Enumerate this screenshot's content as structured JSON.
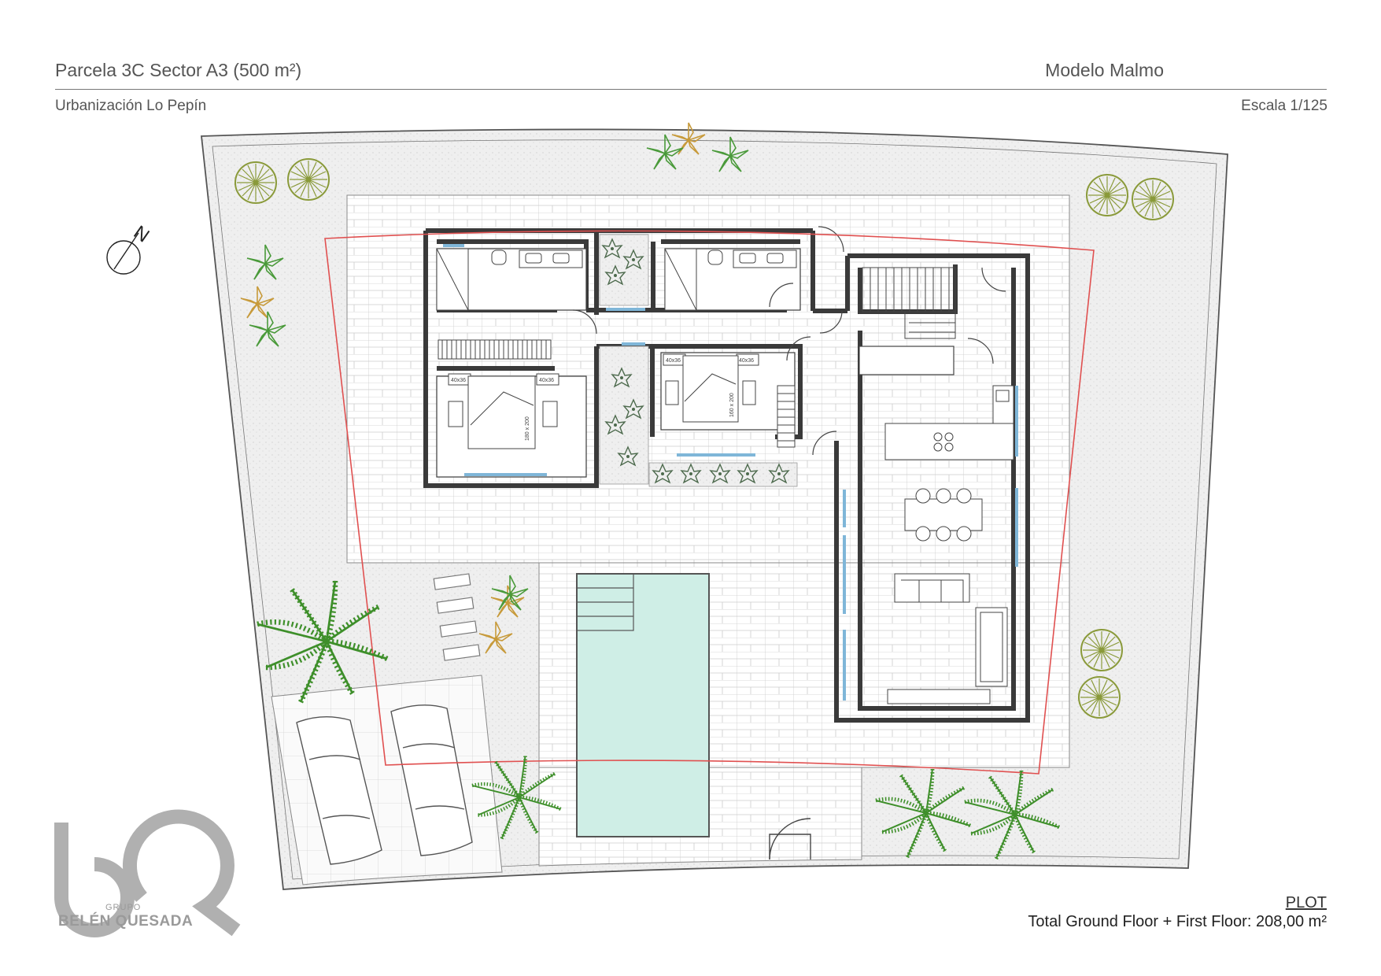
{
  "header": {
    "title": "Parcela 3C Sector A3 (500 m²)",
    "model": "Modelo Malmo",
    "subtitle": "Urbanización Lo Pepín",
    "scale": "Escala 1/125"
  },
  "footer": {
    "plot_label": "PLOT",
    "area_label": "Total Ground Floor + First Floor: 208,00 m²"
  },
  "logo": {
    "grupo": "GRUPO",
    "name": "BELÉN QUESADA"
  },
  "plan": {
    "north_label": "N",
    "dims": {
      "wardrobe_1": "40x36",
      "wardrobe_2": "40x36",
      "bed_1": "180 x 200",
      "wardrobe_3": "40x36",
      "wardrobe_4": "40x36",
      "bed_2": "160 x 200"
    }
  },
  "colors": {
    "pool": "#cfeee6",
    "pool_stroke": "#7bbfae",
    "wall": "#3a3a3a",
    "plot_line": "#e05050",
    "garden": "#eeeeee",
    "tree_olive": "#8a9a3a",
    "palm_green": "#3e8f2a",
    "flower_orange": "#c79a3a",
    "window_blue": "#7fb6d8",
    "logo_grey": "#b0b0b0"
  }
}
